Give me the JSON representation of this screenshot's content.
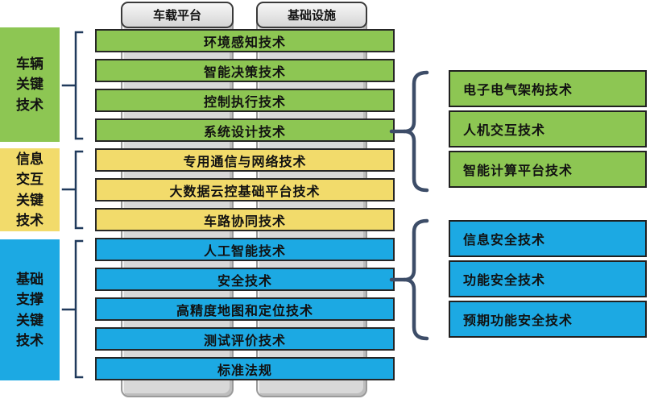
{
  "colors": {
    "green": "#8DC653",
    "yellow": "#F2DB6B",
    "blue": "#1CA9E3",
    "column_gray": "#D8D8D8",
    "right_brace": "#3D4D68",
    "left_bracket": "#203A5C",
    "text": "#111111"
  },
  "headers": {
    "left": "车载平台",
    "right": "基础设施"
  },
  "left_categories": [
    {
      "label": "车辆\n关键\n技术",
      "color": "green"
    },
    {
      "label": "信息\n交互\n关键\n技术",
      "color": "yellow"
    },
    {
      "label": "基础\n支撑\n关键\n技术",
      "color": "blue"
    }
  ],
  "bars": [
    {
      "label": "环境感知技术",
      "color": "green"
    },
    {
      "label": "智能决策技术",
      "color": "green"
    },
    {
      "label": "控制执行技术",
      "color": "green"
    },
    {
      "label": "系统设计技术",
      "color": "green"
    },
    {
      "label": "专用通信与网络技术",
      "color": "yellow"
    },
    {
      "label": "大数据云控基础平台技术",
      "color": "yellow"
    },
    {
      "label": "车路协同技术",
      "color": "yellow"
    },
    {
      "label": "人工智能技术",
      "color": "blue"
    },
    {
      "label": "安全技术",
      "color": "blue"
    },
    {
      "label": "高精度地图和定位技术",
      "color": "blue"
    },
    {
      "label": "测试评价技术",
      "color": "blue"
    },
    {
      "label": "标准法规",
      "color": "blue"
    }
  ],
  "right_groups": [
    {
      "color": "green",
      "items": [
        "电子电气架构技术",
        "人机交互技术",
        "智能计算平台技术"
      ]
    },
    {
      "color": "blue",
      "items": [
        "信息安全技术",
        "功能安全技术",
        "预期功能安全技术"
      ]
    }
  ]
}
